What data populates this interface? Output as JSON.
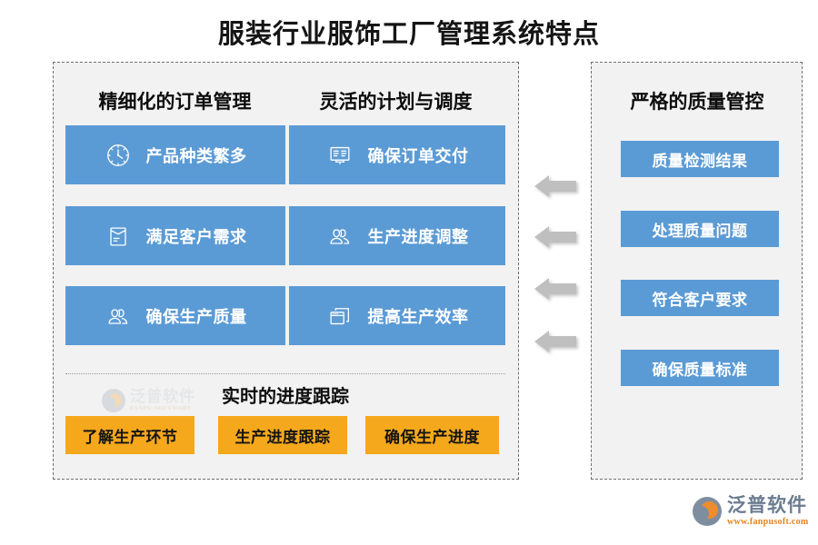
{
  "page": {
    "title": "服装行业服饰工厂管理系统特点",
    "background": "#ffffff"
  },
  "colors": {
    "card_blue": "#5b9bd5",
    "chip_orange": "#f5a81c",
    "panel_fill": "#f2f2f2",
    "panel_border": "#6e6e6e",
    "arrow_gray": "#bfbfbf",
    "title_text": "#151515",
    "brand_blue": "#6b7c90",
    "brand_orange": "#e8821e"
  },
  "left_panel": {
    "columns": [
      {
        "heading": "精细化的订单管理",
        "cards": [
          {
            "label": "产品种类繁多",
            "icon": "clock-icon"
          },
          {
            "label": "满足客户需求",
            "icon": "envelope-document-icon"
          },
          {
            "label": "确保生产质量",
            "icon": "people-icon"
          }
        ]
      },
      {
        "heading": "灵活的计划与调度",
        "cards": [
          {
            "label": "确保订单交付",
            "icon": "presentation-board-icon"
          },
          {
            "label": "生产进度调整",
            "icon": "people-icon"
          },
          {
            "label": "提高生产效率",
            "icon": "stacked-windows-icon"
          }
        ]
      }
    ],
    "tracking": {
      "heading": "实时的进度跟踪",
      "chips": [
        "了解生产环节",
        "生产进度跟踪",
        "确保生产进度"
      ]
    }
  },
  "right_panel": {
    "heading": "严格的质量管控",
    "items": [
      "质量检测结果",
      "处理质量问题",
      "符合客户要求",
      "确保质量标准"
    ]
  },
  "arrows": {
    "count": 4,
    "direction": "left",
    "icon": "arrow-left-icon"
  },
  "watermark": {
    "cn": "泛普软件",
    "en": "FANPU SOFTWARE"
  },
  "brand": {
    "name": "泛普软件",
    "url": "www.fanpusoft.com",
    "icon": "fanpu-logo-icon"
  }
}
